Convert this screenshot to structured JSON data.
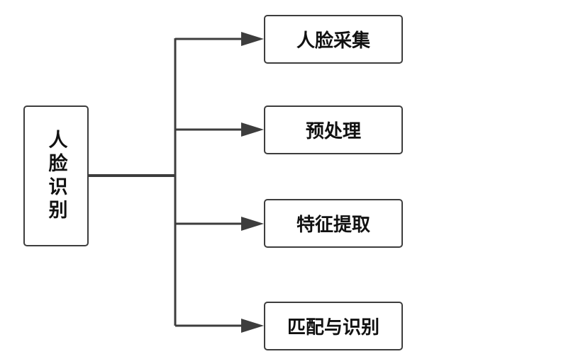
{
  "diagram": {
    "root": {
      "label": "人脸识别"
    },
    "children": [
      {
        "label": "人脸采集"
      },
      {
        "label": "预处理"
      },
      {
        "label": "特征提取"
      },
      {
        "label": "匹配与识别"
      }
    ]
  },
  "colors": {
    "line": "#3d3d3d",
    "border": "#3d3d3d",
    "text": "#111111",
    "background": "#ffffff"
  }
}
